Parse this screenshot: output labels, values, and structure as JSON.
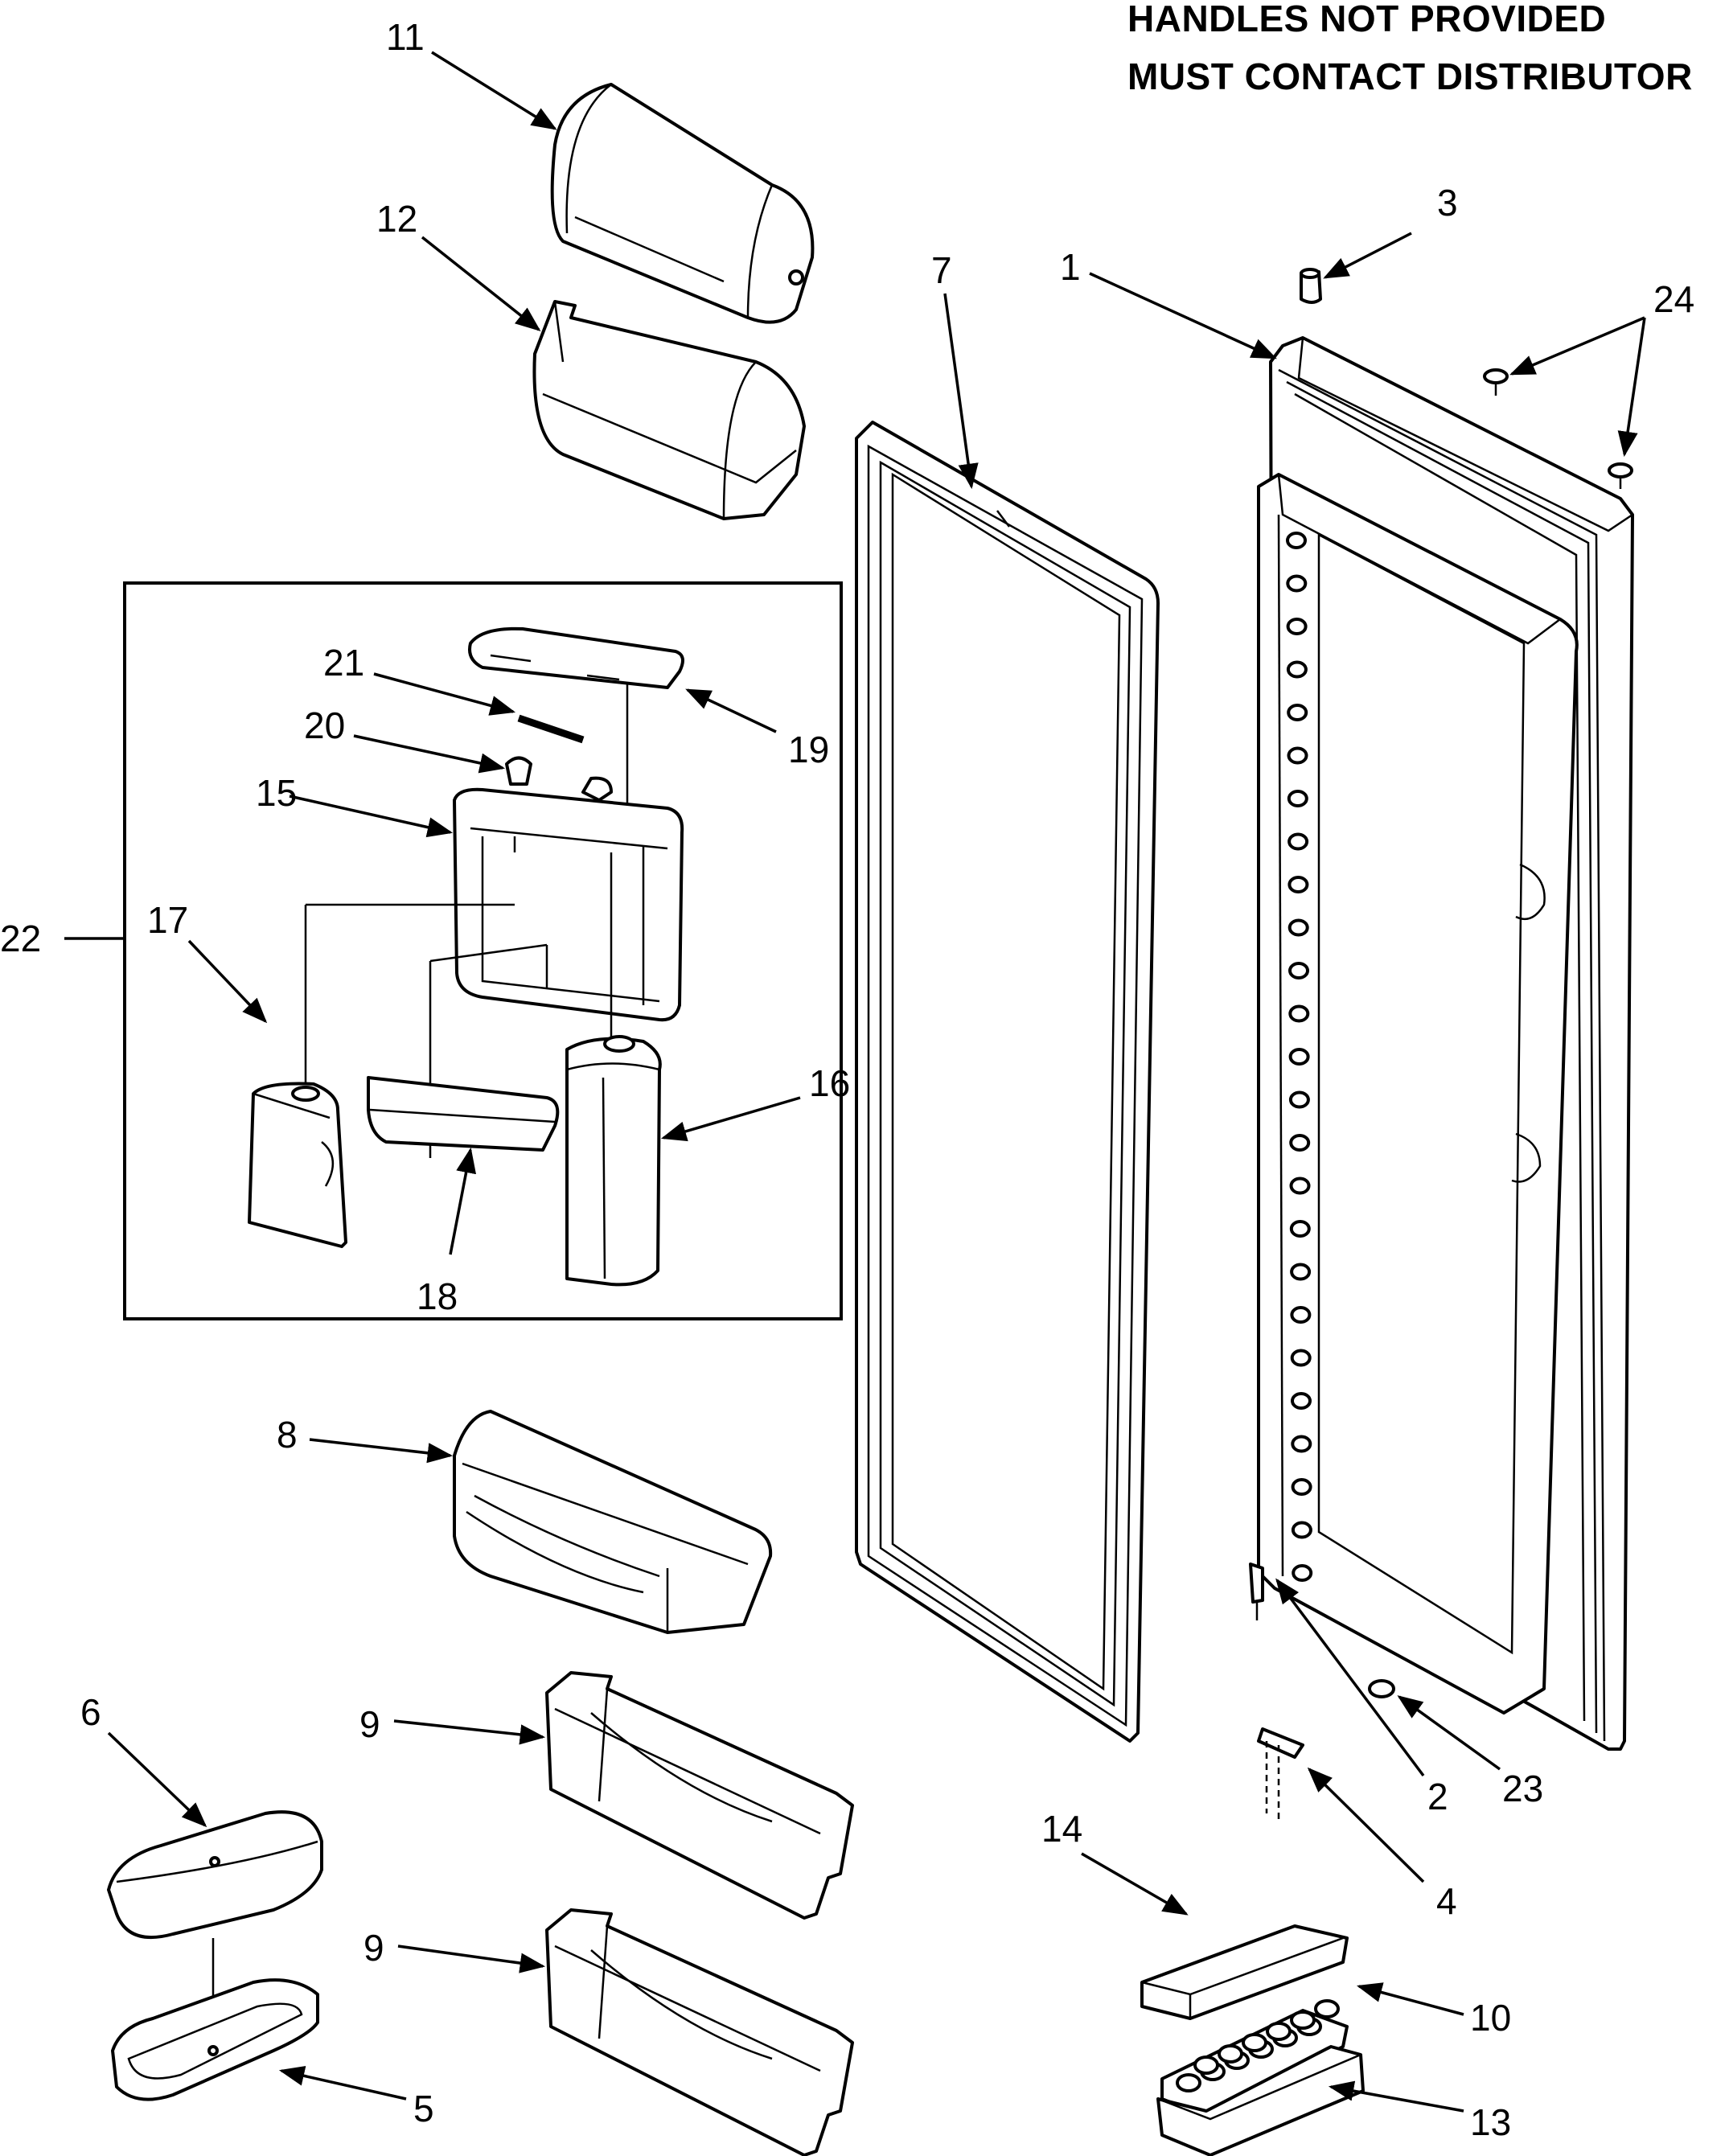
{
  "notes": {
    "line1": "HANDLES NOT PROVIDED",
    "line2": "MUST CONTACT DISTRIBUTOR"
  },
  "callouts": {
    "c1": "1",
    "c2": "2",
    "c3": "3",
    "c4a": "4",
    "c5": "5",
    "c6": "6",
    "c7": "7",
    "c8": "8",
    "c9a": "9",
    "c9b": "9",
    "c10": "10",
    "c11": "11",
    "c12": "12",
    "c13": "13",
    "c14": "14",
    "c15": "15",
    "c16": "16",
    "c17": "17",
    "c18": "18",
    "c19": "19",
    "c20": "20",
    "c21": "21",
    "c22": "22",
    "c23": "23",
    "c24": "24"
  }
}
